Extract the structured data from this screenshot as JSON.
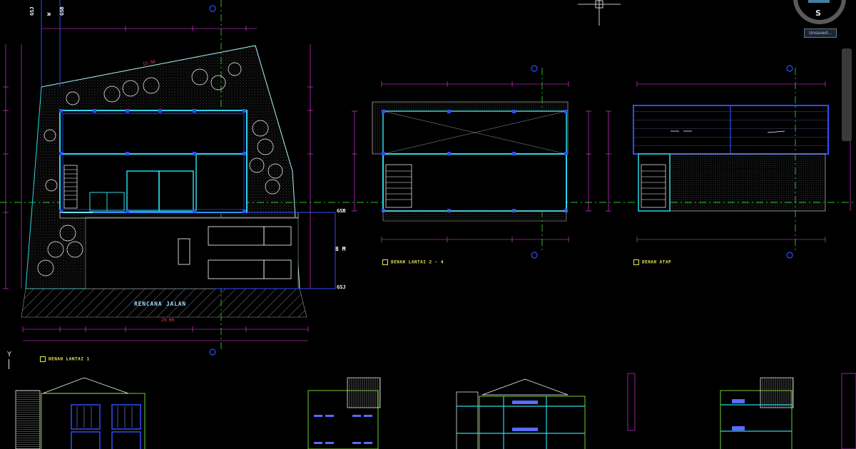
{
  "canvas": {
    "background": "#000000"
  },
  "colors": {
    "white": "#ffffff",
    "cyan": "#29d7e6",
    "blue": "#2f4dff",
    "green": "#39ff39",
    "magenta": "#ff3bff",
    "red": "#ff3b5c",
    "yellow": "#e8e85a",
    "lime": "#8cff3b",
    "gray": "#9a9a9a"
  },
  "viewcube": {
    "label": "S",
    "icon": "viewcube-icon"
  },
  "unsaved_view": {
    "label": "Unsaved..."
  },
  "ucs": {
    "label": "Y",
    "icon": "ucs-icon"
  },
  "plan1": {
    "title": "DENAH LANTAI 1",
    "road_label": "RENCANA JALAN",
    "total_width": "29.00",
    "top_length": "15.50",
    "gsb_label": "GSB",
    "gsj_label": "GSJ",
    "setback": "8 M",
    "markers": [
      "GSJ",
      "W",
      "GSB"
    ]
  },
  "plan2": {
    "title": "DENAH LANTAI 2 - 4"
  },
  "plan3": {
    "title": "DENAH ATAP"
  }
}
